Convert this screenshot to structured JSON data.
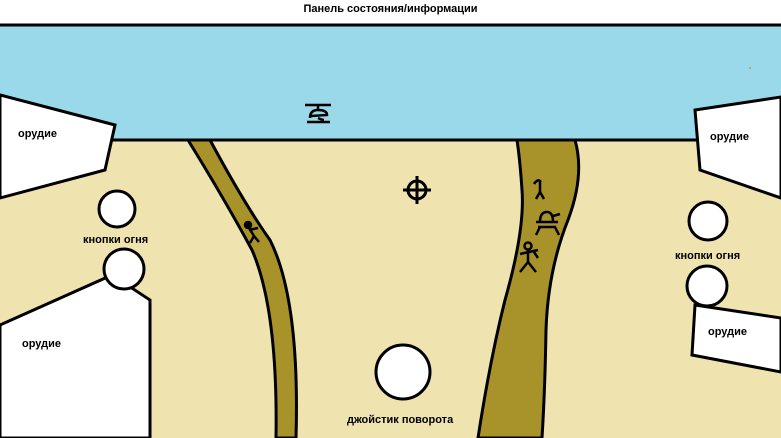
{
  "status_bar": {
    "label": "Панель состояния/информации"
  },
  "colors": {
    "sky": "#99d9ea",
    "ground": "#efe4b0",
    "road": "#a8922a",
    "outline": "#000000",
    "control": "#ffffff"
  },
  "weapons": {
    "left_top": {
      "label": "орудие"
    },
    "left_bottom": {
      "label": "орудие"
    },
    "right_top": {
      "label": "орудие"
    },
    "right_bottom": {
      "label": "орудие"
    }
  },
  "fire_buttons": {
    "left": {
      "label": "кнопки огня"
    },
    "right": {
      "label": "кнопки огня"
    }
  },
  "joystick": {
    "label": "джойстик поворота"
  },
  "icons": {
    "helicopter": "helicopter-icon",
    "crosshair": "crosshair-icon",
    "soldiers": "soldier-icon",
    "tank": "tank-icon"
  }
}
